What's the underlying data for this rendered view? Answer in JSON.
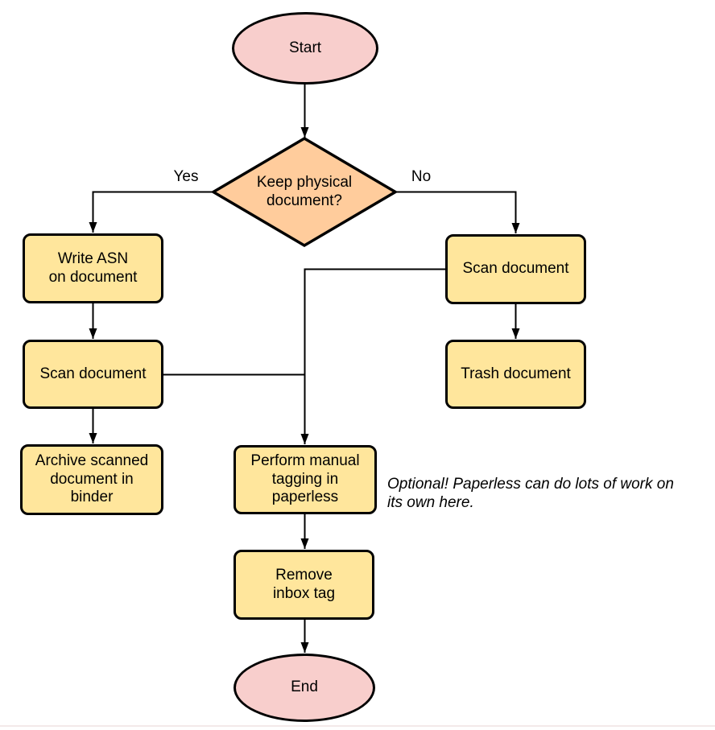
{
  "colors": {
    "canvas_bg": "#ffffff",
    "terminator_fill": "#f8cecc",
    "decision_fill": "#ffcc9c",
    "process_fill": "#ffe69c",
    "shape_border": "#000000",
    "connector": "#000000",
    "text": "#000000",
    "footer_line": "#f3e9e9"
  },
  "flowchart": {
    "nodes": {
      "start": {
        "label": "Start",
        "shape": "ellipse"
      },
      "keep_physical": {
        "label": "Keep physical\ndocument?",
        "shape": "diamond"
      },
      "write_asn": {
        "label": "Write ASN\non document",
        "shape": "rounded-rect"
      },
      "scan_document_left": {
        "label": "Scan document",
        "shape": "rounded-rect"
      },
      "archive_binder": {
        "label": "Archive scanned\ndocument in\nbinder",
        "shape": "rounded-rect"
      },
      "scan_document_right": {
        "label": "Scan document",
        "shape": "rounded-rect"
      },
      "trash_document": {
        "label": "Trash document",
        "shape": "rounded-rect"
      },
      "manual_tagging": {
        "label": "Perform manual\ntagging in\npaperless",
        "shape": "rounded-rect"
      },
      "remove_inbox_tag": {
        "label": "Remove\ninbox tag",
        "shape": "rounded-rect"
      },
      "end": {
        "label": "End",
        "shape": "ellipse"
      }
    },
    "edge_labels": {
      "yes": "Yes",
      "no": "No"
    },
    "annotation": "Optional! Paperless can do lots of work on\nits own here."
  }
}
